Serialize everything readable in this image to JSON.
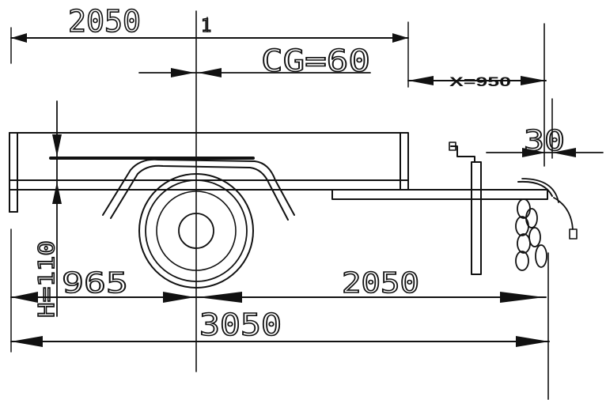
{
  "dimensions": {
    "top_length": "2050",
    "cg": "CG=60",
    "x_offset": "X=950",
    "hitch_offset": "30",
    "height": "H=110",
    "front_length": "965",
    "rear_length": "2050",
    "overall_length": "3050",
    "axle_marker": "1"
  }
}
